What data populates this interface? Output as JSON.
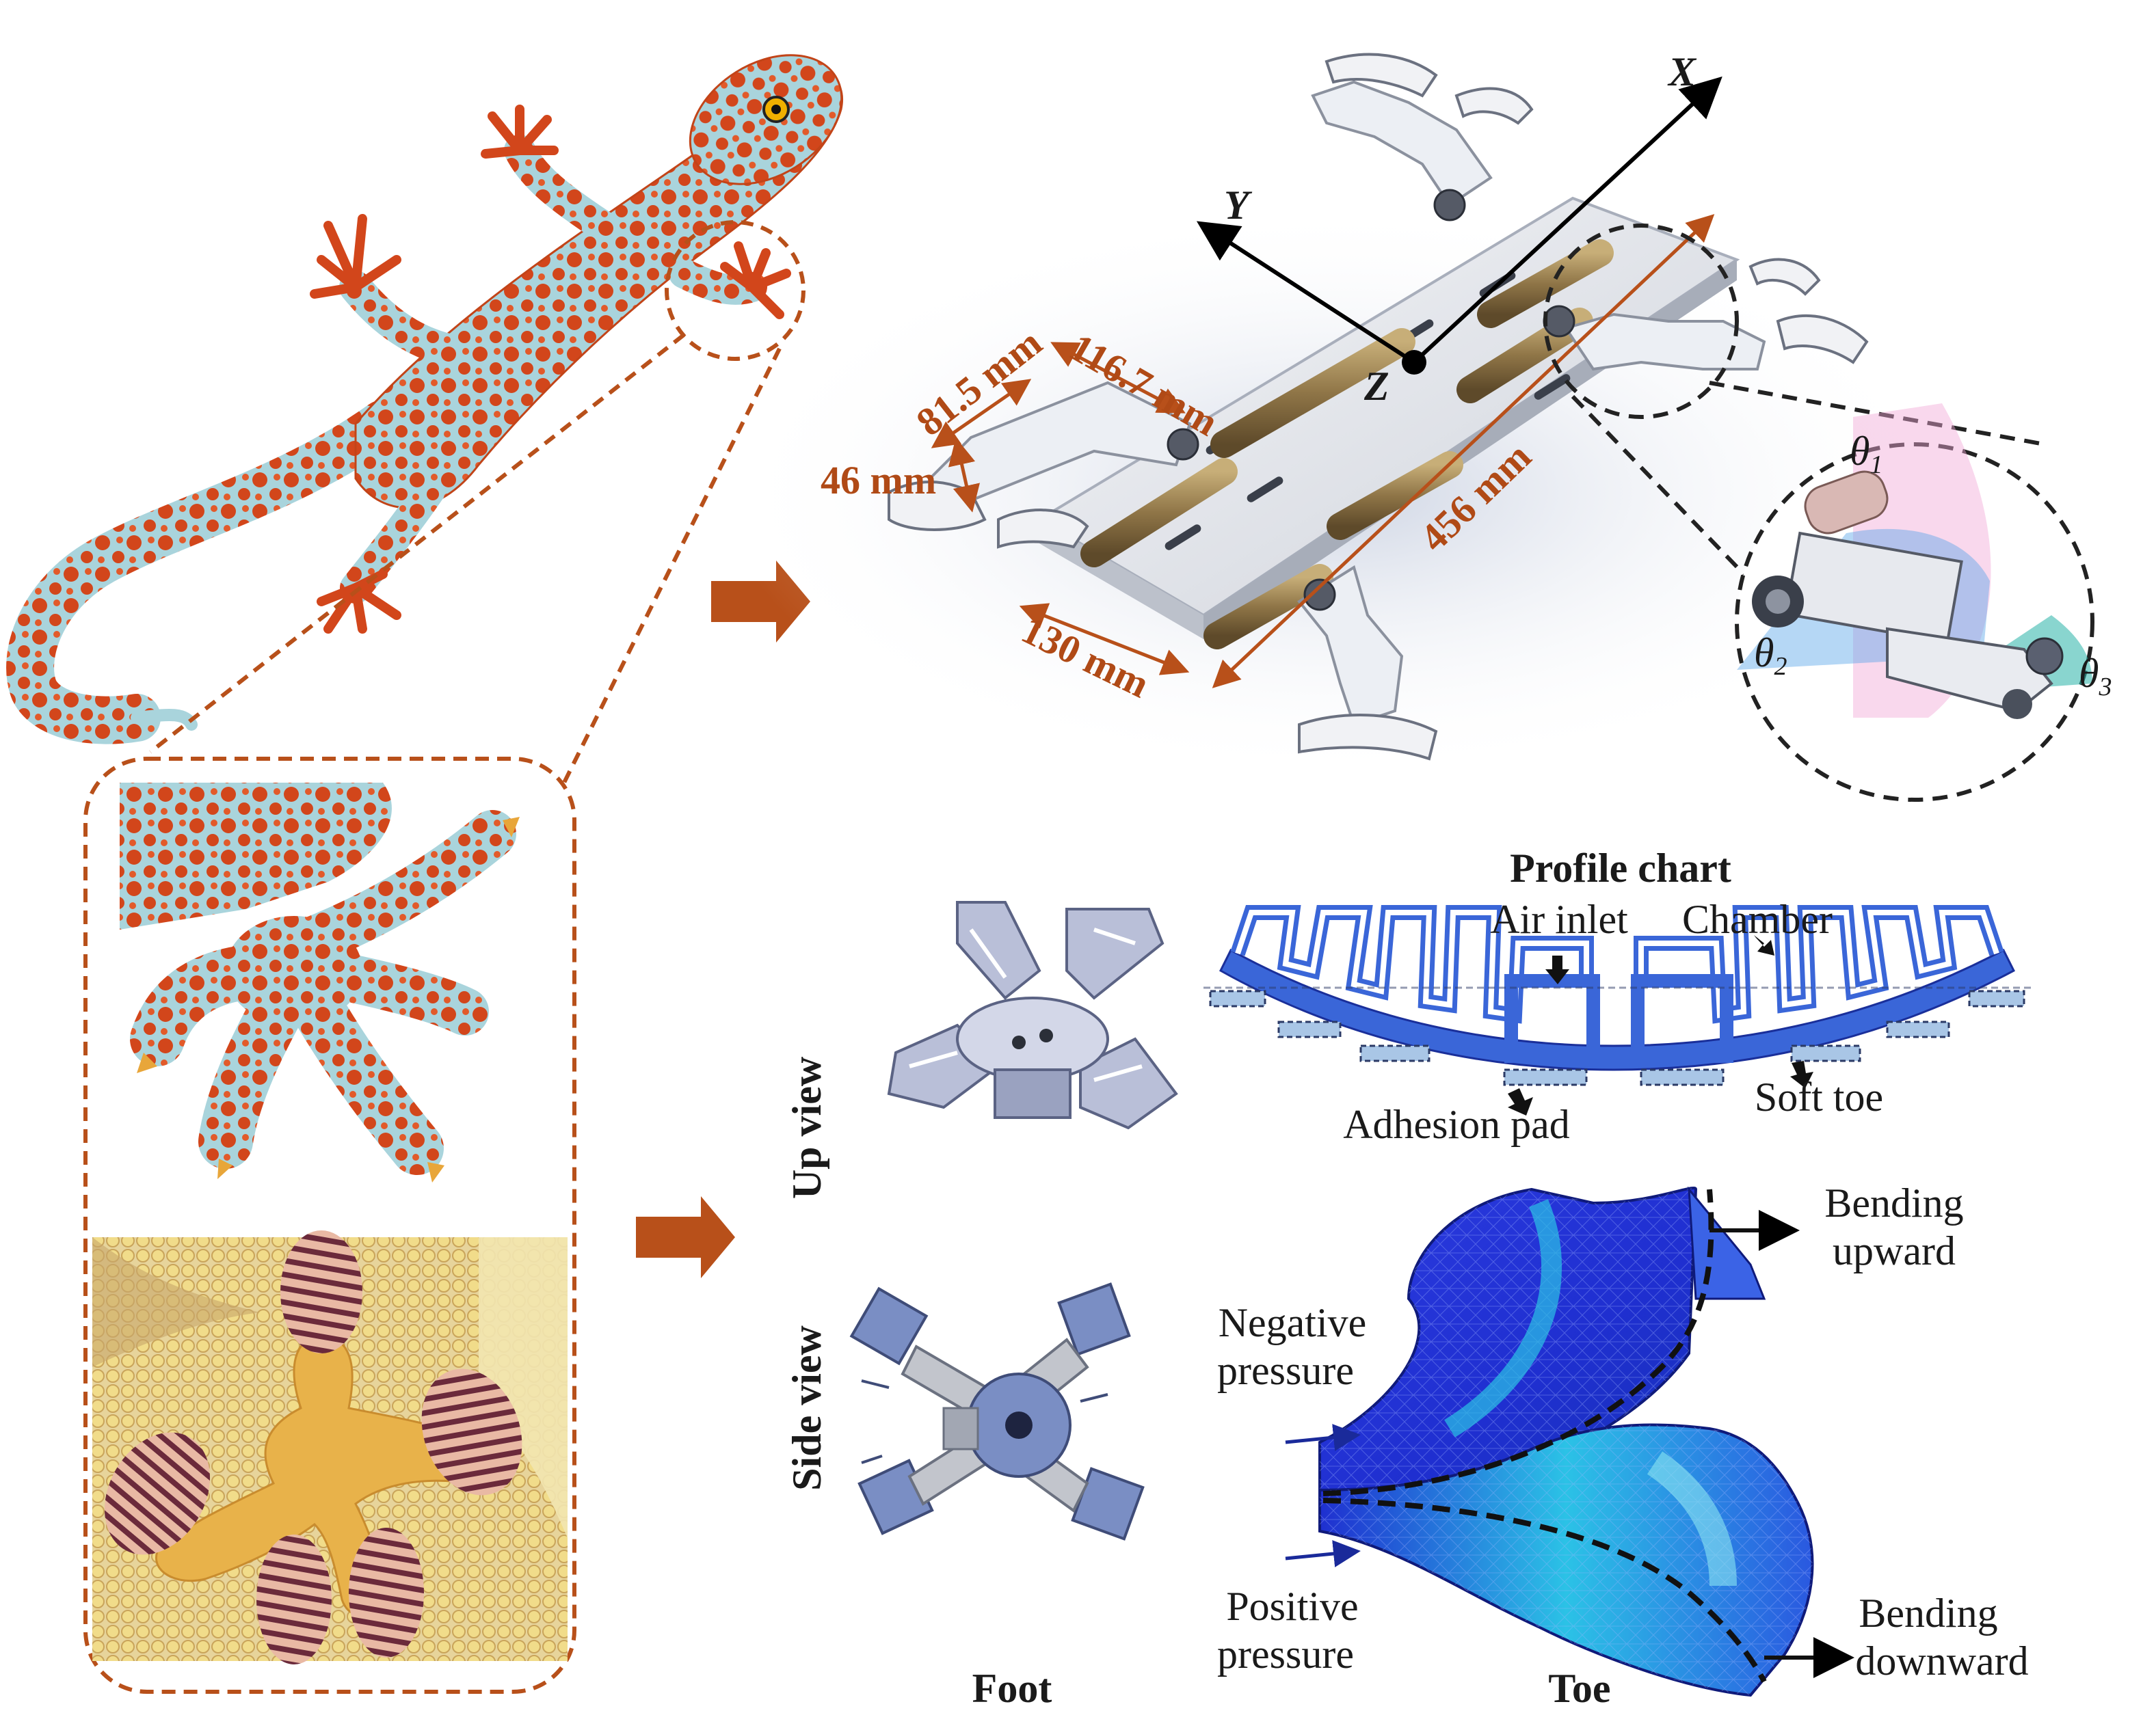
{
  "colors": {
    "accent_orange": "#b8501a",
    "gecko_spot": "#d2461b",
    "gecko_skin": "#a9d4dc",
    "robot_body": "#e8eaef",
    "robot_rod": "#9b8457",
    "toe_blue": "#3a66d8",
    "pad_blue": "#a9c6e6",
    "fem_deep": "#1f2fd0",
    "fem_cyan": "#2bc2e6"
  },
  "robot": {
    "axes": {
      "x": "X",
      "y": "Y",
      "z": "Z"
    },
    "dimensions": {
      "d_116": "116.7 mm",
      "d_81": "81.5 mm",
      "d_46": "46 mm",
      "d_456": "456 mm",
      "d_130": "130 mm"
    },
    "joints": {
      "t1": "θ",
      "t1_sub": "1",
      "t2": "θ",
      "t2_sub": "2",
      "t3": "θ",
      "t3_sub": "3"
    }
  },
  "foot": {
    "up_view": "Up view",
    "side_view": "Side view",
    "caption": "Foot"
  },
  "profile": {
    "title": "Profile chart",
    "air_inlet": "Air inlet",
    "chamber": "Chamber",
    "adhesion_pad": "Adhesion pad",
    "soft_toe": "Soft toe"
  },
  "toe": {
    "negative_pressure_1": "Negative",
    "negative_pressure_2": "pressure",
    "positive_pressure_1": "Positive",
    "positive_pressure_2": "pressure",
    "bending_up_1": "Bending",
    "bending_up_2": "upward",
    "bending_down_1": "Bending",
    "bending_down_2": "downward",
    "caption": "Toe"
  }
}
